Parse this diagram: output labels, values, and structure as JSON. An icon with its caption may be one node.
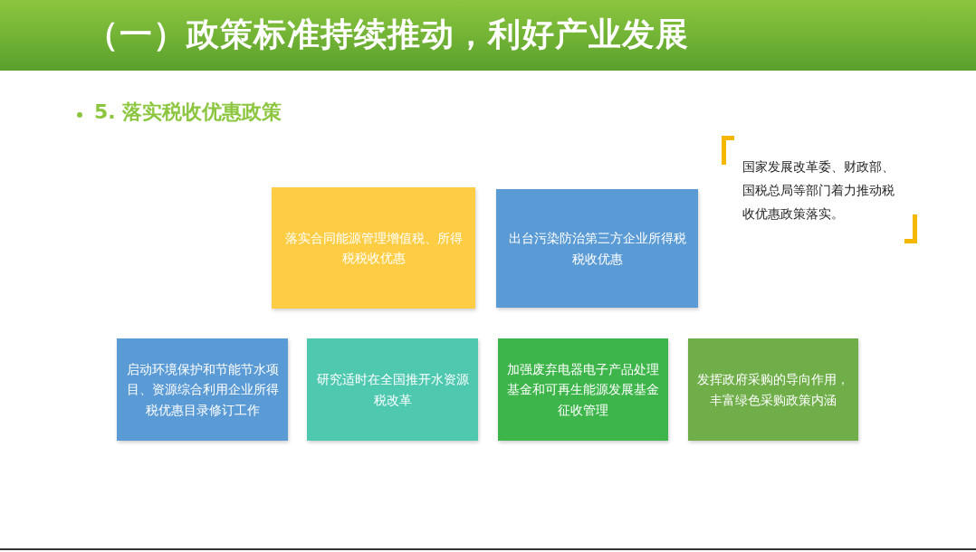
{
  "diagram": {
    "title": "（一）政策标准持续推动，利好产业发展",
    "nodes": [
      {
        "text": [
          "落实合同能源管理增值税、所得税税收优惠"
        ]
      },
      {
        "text": [
          "出台污染防治第三方企业所得税税收优惠"
        ]
      },
      {
        "text": [
          "启动环境保护和节能节水项目、资源综合利用企业所得税优惠目录修订工作"
        ]
      },
      {
        "text": [
          "研究适时在全国推开水资源税改革"
        ]
      },
      {
        "text": [
          "加强废弃电器电子产品处理基金和可再生能源发展基金征收管理"
        ]
      },
      {
        "text": [
          "发挥政府采购的导向作用，丰富绿色采购政策内涵"
        ]
      }
    ],
    "labels": [
      "5. 落实税收优惠政策",
      "国家发展改革委、财政部、国税总局等部门着力推动税收优惠政策落实。"
    ]
  }
}
